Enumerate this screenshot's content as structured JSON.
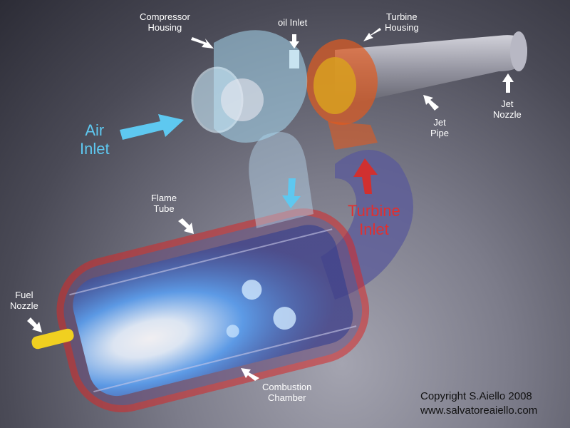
{
  "labels": {
    "compressor_housing": "Compressor\nHousing",
    "oil_inlet": "oil Inlet",
    "turbine_housing": "Turbine\nHousing",
    "jet_nozzle": "Jet\nNozzle",
    "jet_pipe": "Jet\nPipe",
    "air_inlet": "Air\nInlet",
    "flame_tube": "Flame\nTube",
    "turbine_inlet": "Turbine\nInlet",
    "fuel_nozzle": "Fuel\nNozzle",
    "combustion_chamber": "Combustion\nChamber"
  },
  "copyright": {
    "line1": "Copyright S.Aiello 2008",
    "line2": "www.salvatoreaiello.com"
  },
  "colors": {
    "air": "#5ec8f0",
    "turbine_inlet": "#e03030",
    "chamber_edge": "#d82828",
    "compressor": "#a8d8f0",
    "turbine_housing": "#e05a20",
    "fuel_nozzle": "#f0d020"
  }
}
